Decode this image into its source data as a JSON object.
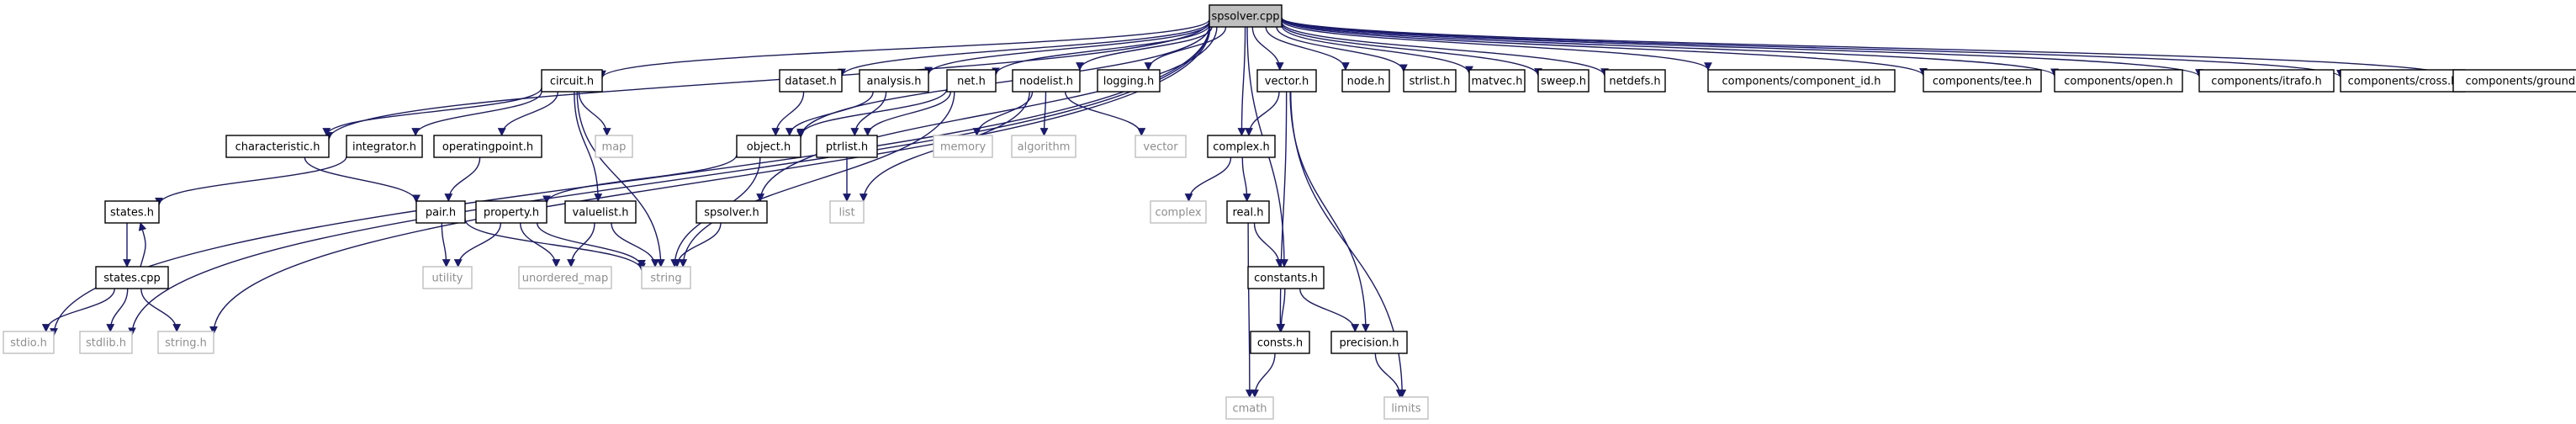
{
  "graph": {
    "root": "spsolver.cpp",
    "edge_color": "#191970",
    "root_fill": "#bfbfbf",
    "node_stroke": "#000000",
    "external_stroke": "#bfbfbf",
    "external_text": "#8e8e8e",
    "nodes": [
      {
        "id": "spsolver",
        "label": "spsolver.cpp",
        "kind": "root"
      },
      {
        "id": "circuit",
        "label": "circuit.h",
        "kind": "file"
      },
      {
        "id": "dataset",
        "label": "dataset.h",
        "kind": "file"
      },
      {
        "id": "analysis",
        "label": "analysis.h",
        "kind": "file"
      },
      {
        "id": "net",
        "label": "net.h",
        "kind": "file"
      },
      {
        "id": "nodelist",
        "label": "nodelist.h",
        "kind": "file"
      },
      {
        "id": "logging",
        "label": "logging.h",
        "kind": "file"
      },
      {
        "id": "vector",
        "label": "vector.h",
        "kind": "file"
      },
      {
        "id": "node",
        "label": "node.h",
        "kind": "file"
      },
      {
        "id": "strlist",
        "label": "strlist.h",
        "kind": "file"
      },
      {
        "id": "matvec",
        "label": "matvec.h",
        "kind": "file"
      },
      {
        "id": "sweep",
        "label": "sweep.h",
        "kind": "file"
      },
      {
        "id": "netdefs",
        "label": "netdefs.h",
        "kind": "file"
      },
      {
        "id": "cid",
        "label": "components/component_id.h",
        "kind": "file"
      },
      {
        "id": "tee",
        "label": "components/tee.h",
        "kind": "file"
      },
      {
        "id": "open",
        "label": "components/open.h",
        "kind": "file"
      },
      {
        "id": "itrafo",
        "label": "components/itrafo.h",
        "kind": "file"
      },
      {
        "id": "cross",
        "label": "components/cross.h",
        "kind": "file"
      },
      {
        "id": "ground",
        "label": "components/ground.h",
        "kind": "file"
      },
      {
        "id": "characteristic",
        "label": "characteristic.h",
        "kind": "file"
      },
      {
        "id": "integrator",
        "label": "integrator.h",
        "kind": "file"
      },
      {
        "id": "operatingpoint",
        "label": "operatingpoint.h",
        "kind": "file"
      },
      {
        "id": "map",
        "label": "map",
        "kind": "external"
      },
      {
        "id": "object",
        "label": "object.h",
        "kind": "file"
      },
      {
        "id": "ptrlist",
        "label": "ptrlist.h",
        "kind": "file"
      },
      {
        "id": "memory",
        "label": "memory",
        "kind": "external"
      },
      {
        "id": "algorithm",
        "label": "algorithm",
        "kind": "external"
      },
      {
        "id": "vectorstd",
        "label": "vector",
        "kind": "external"
      },
      {
        "id": "complexh",
        "label": "complex.h",
        "kind": "file"
      },
      {
        "id": "states",
        "label": "states.h",
        "kind": "file"
      },
      {
        "id": "pair",
        "label": "pair.h",
        "kind": "file"
      },
      {
        "id": "property",
        "label": "property.h",
        "kind": "file"
      },
      {
        "id": "valuelist",
        "label": "valuelist.h",
        "kind": "file"
      },
      {
        "id": "spsolverh",
        "label": "spsolver.h",
        "kind": "file"
      },
      {
        "id": "list",
        "label": "list",
        "kind": "external"
      },
      {
        "id": "complexstd",
        "label": "complex",
        "kind": "external"
      },
      {
        "id": "real",
        "label": "real.h",
        "kind": "file"
      },
      {
        "id": "statescpp",
        "label": "states.cpp",
        "kind": "file"
      },
      {
        "id": "utility",
        "label": "utility",
        "kind": "external"
      },
      {
        "id": "unordered_map",
        "label": "unordered_map",
        "kind": "external"
      },
      {
        "id": "string",
        "label": "string",
        "kind": "external"
      },
      {
        "id": "constants",
        "label": "constants.h",
        "kind": "file"
      },
      {
        "id": "stdio",
        "label": "stdio.h",
        "kind": "external"
      },
      {
        "id": "stdlib",
        "label": "stdlib.h",
        "kind": "external"
      },
      {
        "id": "stringh",
        "label": "string.h",
        "kind": "external"
      },
      {
        "id": "consts",
        "label": "consts.h",
        "kind": "file"
      },
      {
        "id": "precision",
        "label": "precision.h",
        "kind": "file"
      },
      {
        "id": "cmath",
        "label": "cmath",
        "kind": "external"
      },
      {
        "id": "limits",
        "label": "limits",
        "kind": "external"
      }
    ],
    "edges": [
      [
        "spsolver",
        "circuit"
      ],
      [
        "spsolver",
        "dataset"
      ],
      [
        "spsolver",
        "analysis"
      ],
      [
        "spsolver",
        "net"
      ],
      [
        "spsolver",
        "nodelist"
      ],
      [
        "spsolver",
        "logging"
      ],
      [
        "spsolver",
        "vector"
      ],
      [
        "spsolver",
        "node"
      ],
      [
        "spsolver",
        "strlist"
      ],
      [
        "spsolver",
        "matvec"
      ],
      [
        "spsolver",
        "sweep"
      ],
      [
        "spsolver",
        "netdefs"
      ],
      [
        "spsolver",
        "cid"
      ],
      [
        "spsolver",
        "tee"
      ],
      [
        "spsolver",
        "open"
      ],
      [
        "spsolver",
        "itrafo"
      ],
      [
        "spsolver",
        "cross"
      ],
      [
        "spsolver",
        "ground"
      ],
      [
        "spsolver",
        "characteristic"
      ],
      [
        "spsolver",
        "object"
      ],
      [
        "spsolver",
        "spsolverh"
      ],
      [
        "spsolver",
        "complexh"
      ],
      [
        "spsolver",
        "constants"
      ],
      [
        "spsolver",
        "stdio"
      ],
      [
        "spsolver",
        "stdlib"
      ],
      [
        "spsolver",
        "stringh"
      ],
      [
        "circuit",
        "characteristic"
      ],
      [
        "circuit",
        "integrator"
      ],
      [
        "circuit",
        "operatingpoint"
      ],
      [
        "circuit",
        "map"
      ],
      [
        "circuit",
        "valuelist"
      ],
      [
        "circuit",
        "string"
      ],
      [
        "dataset",
        "object"
      ],
      [
        "analysis",
        "object"
      ],
      [
        "analysis",
        "ptrlist"
      ],
      [
        "net",
        "object"
      ],
      [
        "net",
        "ptrlist"
      ],
      [
        "net",
        "string"
      ],
      [
        "nodelist",
        "memory"
      ],
      [
        "nodelist",
        "algorithm"
      ],
      [
        "nodelist",
        "vectorstd"
      ],
      [
        "nodelist",
        "list"
      ],
      [
        "vector",
        "complexh"
      ],
      [
        "vector",
        "consts"
      ],
      [
        "vector",
        "precision"
      ],
      [
        "vector",
        "limits"
      ],
      [
        "characteristic",
        "pair"
      ],
      [
        "integrator",
        "states"
      ],
      [
        "operatingpoint",
        "pair"
      ],
      [
        "object",
        "property"
      ],
      [
        "object",
        "string"
      ],
      [
        "ptrlist",
        "list"
      ],
      [
        "complexh",
        "complexstd"
      ],
      [
        "complexh",
        "real"
      ],
      [
        "states",
        "statescpp"
      ],
      [
        "statescpp",
        "states"
      ],
      [
        "statescpp",
        "stdio"
      ],
      [
        "statescpp",
        "stdlib"
      ],
      [
        "statescpp",
        "stringh"
      ],
      [
        "pair",
        "utility"
      ],
      [
        "pair",
        "string"
      ],
      [
        "property",
        "utility"
      ],
      [
        "property",
        "unordered_map"
      ],
      [
        "property",
        "string"
      ],
      [
        "valuelist",
        "unordered_map"
      ],
      [
        "valuelist",
        "string"
      ],
      [
        "spsolverh",
        "string"
      ],
      [
        "real",
        "constants"
      ],
      [
        "real",
        "cmath"
      ],
      [
        "constants",
        "consts"
      ],
      [
        "constants",
        "precision"
      ],
      [
        "consts",
        "cmath"
      ],
      [
        "precision",
        "limits"
      ]
    ]
  }
}
